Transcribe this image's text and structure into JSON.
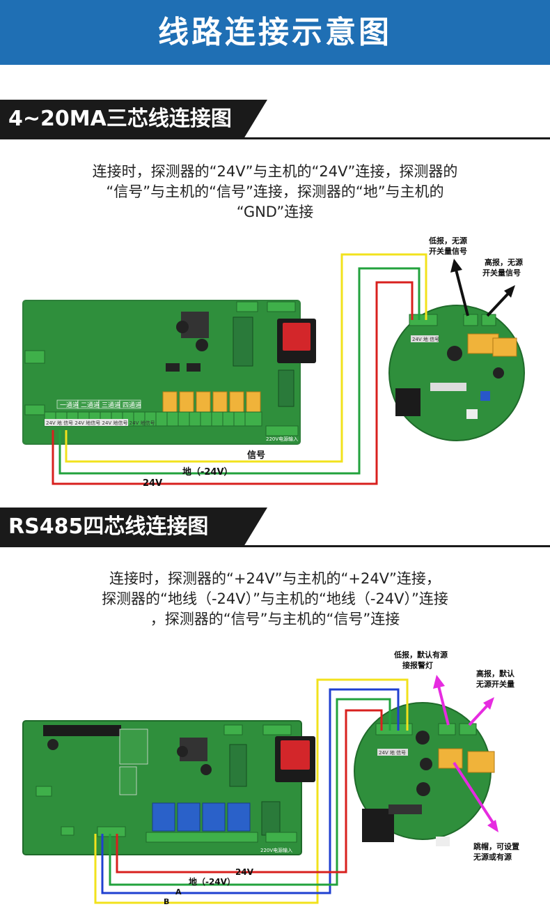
{
  "banner": {
    "title": "线路连接示意图"
  },
  "section1": {
    "title": "4~20MA三芯线连接图",
    "desc": [
      "连接时，探测器的“24V”与主机的“24V”连接，探测器的",
      "“信号”与主机的“信号”连接，探测器的“地”与主机的",
      "“GND”连接"
    ],
    "wire_labels": {
      "signal": "信号",
      "ground": "地（-24V）",
      "power": "24V"
    },
    "annotations": {
      "low": [
        "低报，无源",
        "开关量信号"
      ],
      "high": [
        "高报，无源",
        "开关量信号"
      ]
    },
    "board": {
      "channels": [
        "一通道",
        "二通道",
        "三通道",
        "四通道"
      ],
      "terminal_text": "24V 地 信号   24V 地信号   24V 地信号   24V 地信号",
      "power_in": "220V电源输入",
      "sensor_pins": "24V 地 信号"
    }
  },
  "section2": {
    "title": "RS485四芯线连接图",
    "desc": [
      "连接时，探测器的“+24V”与主机的“+24V”连接，",
      "探测器的“地线（-24V）”与主机的“地线（-24V）”连接",
      "，探测器的“信号”与主机的“信号”连接"
    ],
    "wire_labels": {
      "power": "24V",
      "ground": "地（-24V）",
      "a": "A",
      "b": "B"
    },
    "annotations": {
      "low": [
        "低报，默认有源",
        "接报警灯"
      ],
      "high": [
        "高报，默认",
        "无源开关量"
      ],
      "jumper": [
        "跳帽，可设置",
        "无源或有源"
      ]
    },
    "board": {
      "power_in": "220V电源输入",
      "sensor_pins": "24V 地 信号"
    }
  },
  "colors": {
    "banner": "#1f6fb4",
    "header": "#1a1a1a",
    "pcb": "#2f8f3c",
    "wire_yellow": "#f2e21c",
    "wire_green": "#22a23c",
    "wire_red": "#d8201e",
    "wire_blue": "#1f3fd0",
    "arrow_black": "#111111",
    "arrow_magenta": "#e62be0"
  }
}
